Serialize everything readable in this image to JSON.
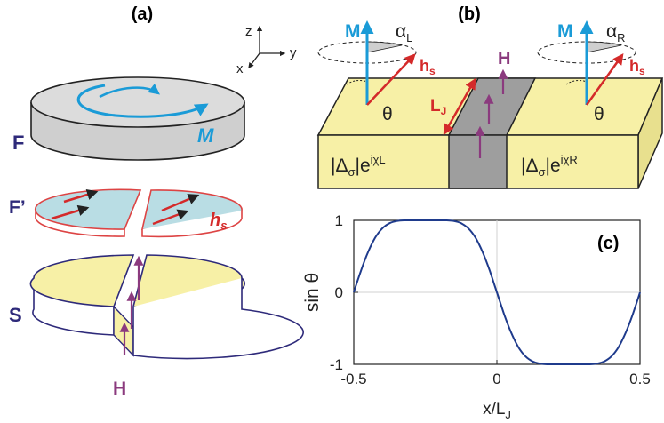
{
  "panels": {
    "a": {
      "label": "(a)",
      "axes": {
        "z": "z",
        "y": "y",
        "x": "x"
      },
      "layer_F": {
        "label": "F",
        "vector": "M"
      },
      "layer_Fp": {
        "label": "F’",
        "vector_base": "h",
        "vector_sub": "s"
      },
      "layer_S": {
        "label": "S",
        "field": "H"
      }
    },
    "b": {
      "label": "(b)",
      "M_left": "M",
      "M_right": "M",
      "alpha_left_base": "α",
      "alpha_left_sub": "L",
      "alpha_right_base": "α",
      "alpha_right_sub": "R",
      "hs_base": "h",
      "hs_sub": "s",
      "H": "H",
      "LJ_base": "L",
      "LJ_sub": "J",
      "theta": "θ",
      "gap_left": {
        "pre": "|Δ",
        "sub": "σ",
        "mid": "|e",
        "sup": "iχL"
      },
      "gap_right": {
        "pre": "|Δ",
        "sub": "σ",
        "mid": "|e",
        "sup": "iχR"
      }
    }
  },
  "chart_data": {
    "label": "(c)",
    "type": "line",
    "title": "",
    "xlabel_base": "x/L",
    "xlabel_sub": "J",
    "ylabel": "sin θ",
    "xlim": [
      -0.5,
      0.5
    ],
    "ylim": [
      -1,
      1
    ],
    "xticks": [
      "-0.5",
      "0",
      "0.5"
    ],
    "yticks": [
      "1",
      "0",
      "-1"
    ],
    "grid": true,
    "series": [
      {
        "color": "#1f3b8c",
        "x": [
          -0.5,
          -0.475,
          -0.45,
          -0.425,
          -0.4,
          -0.375,
          -0.35,
          -0.325,
          -0.3,
          -0.275,
          -0.25,
          -0.225,
          -0.2,
          -0.175,
          -0.15,
          -0.125,
          -0.1,
          -0.075,
          -0.05,
          -0.025,
          0,
          0.025,
          0.05,
          0.075,
          0.1,
          0.125,
          0.15,
          0.175,
          0.2,
          0.225,
          0.25,
          0.275,
          0.3,
          0.325,
          0.35,
          0.375,
          0.4,
          0.425,
          0.45,
          0.475,
          0.5
        ],
        "y": [
          0.0,
          0.3,
          0.56,
          0.76,
          0.89,
          0.96,
          0.99,
          1.0,
          1.0,
          1.0,
          1.0,
          1.0,
          1.0,
          1.0,
          0.99,
          0.96,
          0.89,
          0.76,
          0.56,
          0.3,
          0.0,
          -0.3,
          -0.56,
          -0.76,
          -0.89,
          -0.96,
          -0.99,
          -1.0,
          -1.0,
          -1.0,
          -1.0,
          -1.0,
          -1.0,
          -1.0,
          -0.99,
          -0.96,
          -0.89,
          -0.76,
          -0.56,
          -0.3,
          0.0
        ]
      }
    ]
  },
  "colors": {
    "navy": "#2e2a7a",
    "blue": "#1a9bd7",
    "red": "#d42a2a",
    "purple": "#8b3a7e",
    "yellow": "#f7f0a6",
    "gray_top": "#dcdcdc",
    "gray_side": "#cfcfcf",
    "light_blue": "#b9dde4",
    "dark_gray": "#9e9e9e",
    "curve": "#1f3b8c"
  }
}
